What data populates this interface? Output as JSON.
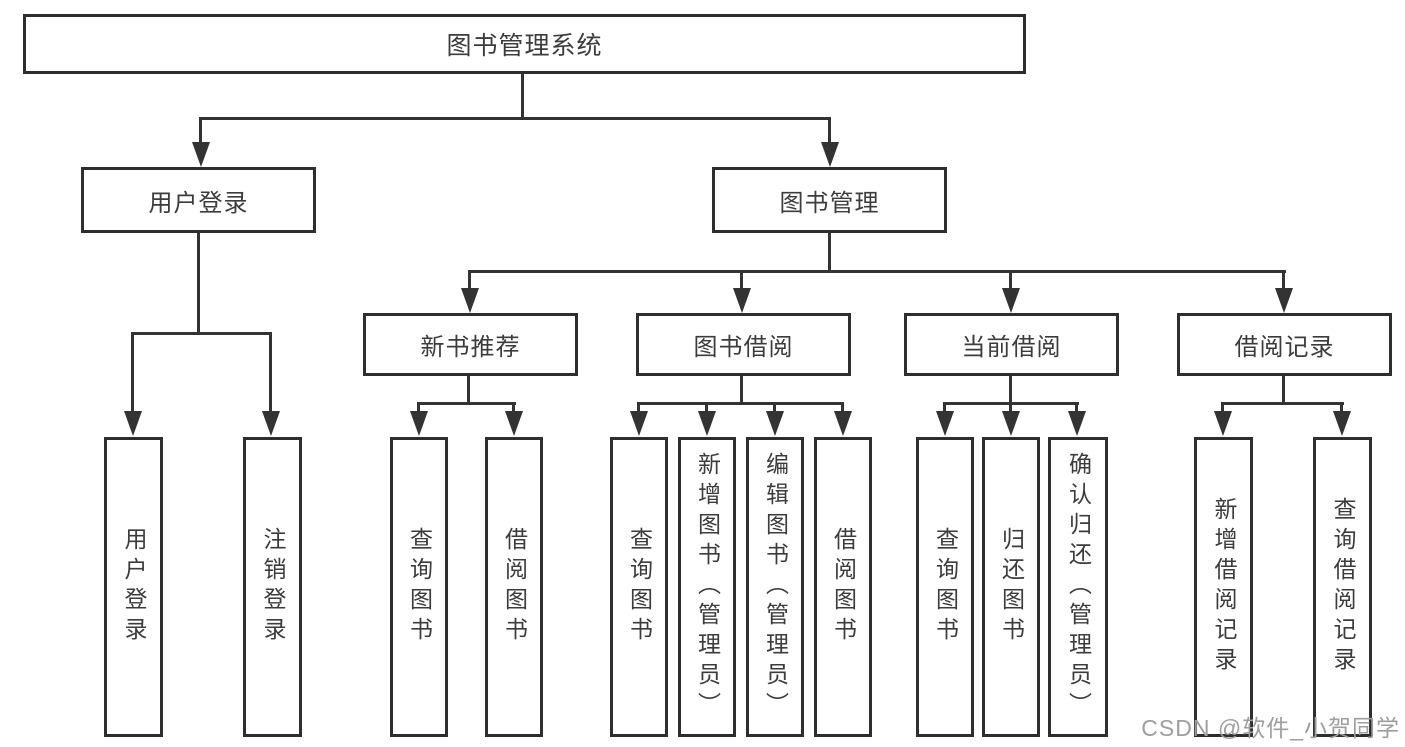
{
  "diagram_title": "图书管理系统",
  "tree": {
    "label": "图书管理系统",
    "children": [
      {
        "label": "用户登录",
        "children": [
          {
            "label": "用户登录"
          },
          {
            "label": "注销登录"
          }
        ]
      },
      {
        "label": "图书管理",
        "children": [
          {
            "label": "新书推荐",
            "children": [
              {
                "label": "查询图书"
              },
              {
                "label": "借阅图书"
              }
            ]
          },
          {
            "label": "图书借阅",
            "children": [
              {
                "label": "查询图书"
              },
              {
                "label": "新增图书（管理员）"
              },
              {
                "label": "编辑图书（管理员）"
              },
              {
                "label": "借阅图书"
              }
            ]
          },
          {
            "label": "当前借阅",
            "children": [
              {
                "label": "查询图书"
              },
              {
                "label": "归还图书"
              },
              {
                "label": "确认归还（管理员）"
              }
            ]
          },
          {
            "label": "借阅记录",
            "children": [
              {
                "label": "新增借阅记录"
              },
              {
                "label": "查询借阅记录"
              }
            ]
          }
        ]
      }
    ]
  },
  "watermark": "CSDN @软件_小贺同学",
  "colors": {
    "line": "#333333",
    "box_border": "#2e2e2e",
    "text": "#3c3c3c",
    "watermark": "#9e9e9e",
    "background": "#ffffff"
  }
}
